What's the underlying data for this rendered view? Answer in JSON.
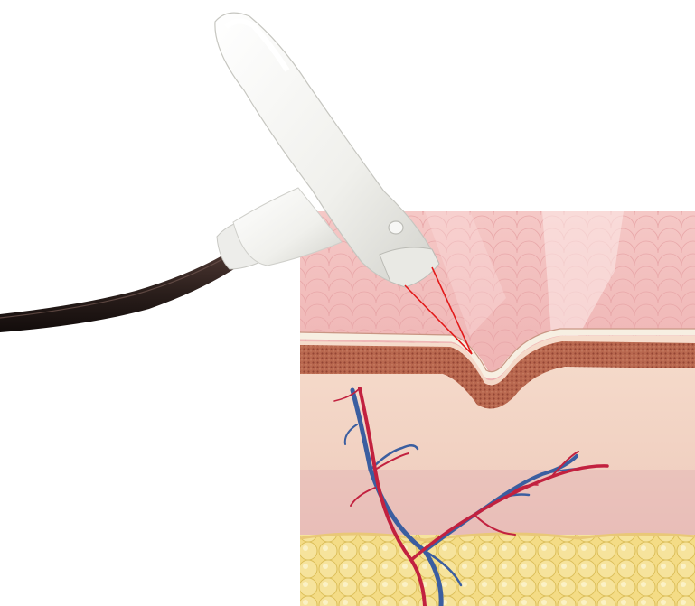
{
  "colors": {
    "background": "#ffffff",
    "device_body": "#f4f4f2",
    "device_shadow": "#c9c9c4",
    "cable": "#2a1f1c",
    "surface_skin": "#f2c2c0",
    "surface_highlight": "#fbe7e6",
    "epidermis_line": "#f7efe2",
    "dermal_band": "#b9684f",
    "dermis": "#f1d3c4",
    "deep_dermis": "#e6b8b6",
    "fat": "#f4dc86",
    "artery": "#c2213f",
    "vein": "#3b5ea0",
    "focus_beam": "#e21a1a"
  },
  "diagram": {
    "components": [
      "handheld-device",
      "cable",
      "focus-beam",
      "skin-cross-section",
      "blood-vessels",
      "fat-layer"
    ]
  }
}
